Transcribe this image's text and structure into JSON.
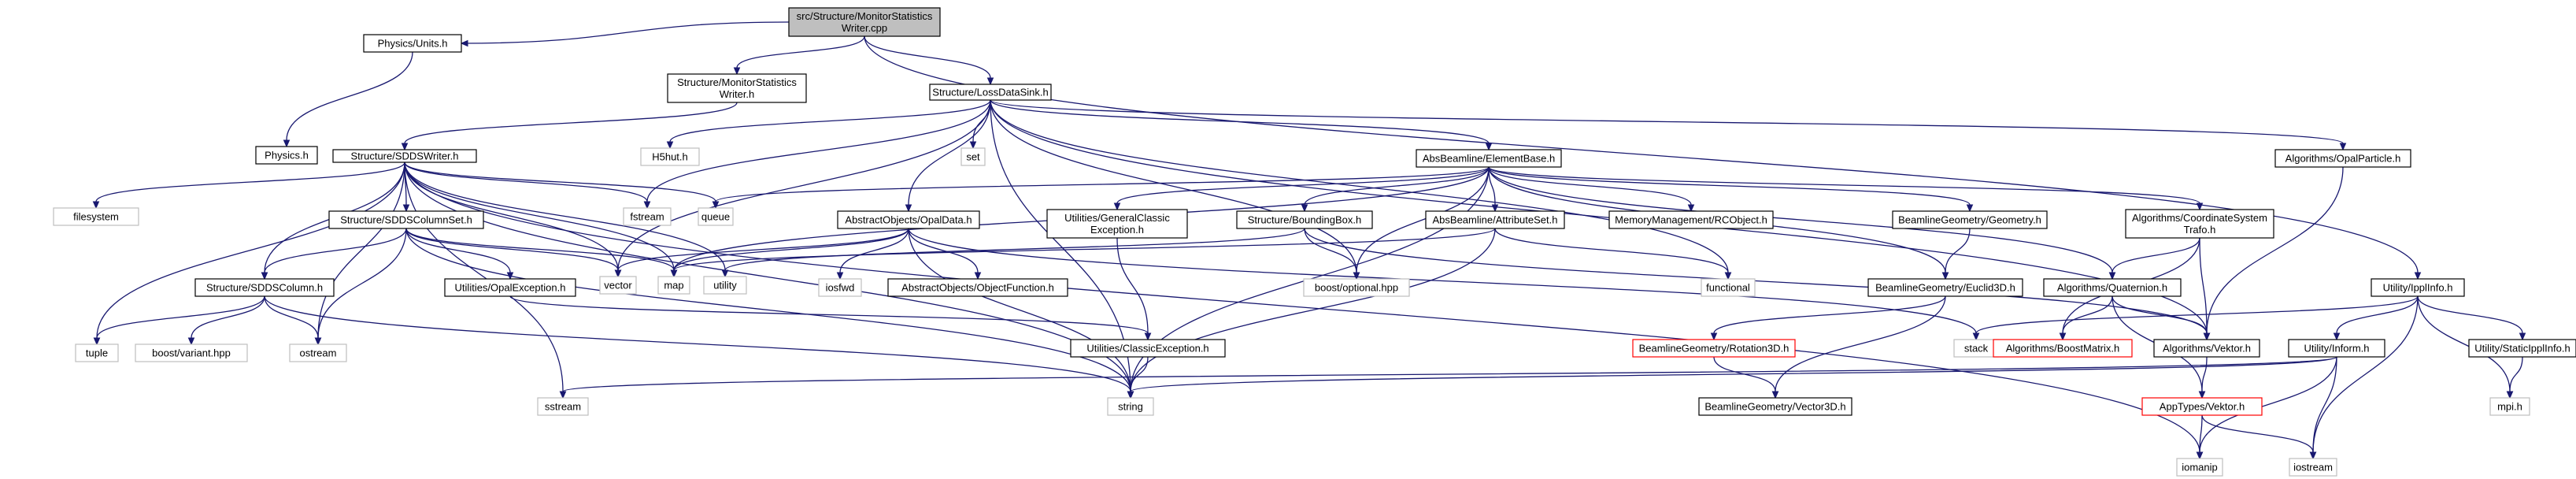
{
  "nodes": [
    {
      "id": "root",
      "lines": [
        "src/Structure/MonitorStatistics",
        "Writer.cpp"
      ],
      "style": "root"
    },
    {
      "id": "units",
      "lines": [
        "Physics/Units.h"
      ],
      "style": "normal"
    },
    {
      "id": "physics",
      "lines": [
        "Physics.h"
      ],
      "style": "normal"
    },
    {
      "id": "msw",
      "lines": [
        "Structure/MonitorStatistics",
        "Writer.h"
      ],
      "style": "normal"
    },
    {
      "id": "sddswriter",
      "lines": [
        "Structure/SDDSWriter.h"
      ],
      "style": "normal"
    },
    {
      "id": "lossdatasink",
      "lines": [
        "Structure/LossDataSink.h"
      ],
      "style": "normal"
    },
    {
      "id": "h5hut",
      "lines": [
        "H5hut.h"
      ],
      "style": "grey"
    },
    {
      "id": "set",
      "lines": [
        "set"
      ],
      "style": "grey"
    },
    {
      "id": "fstream",
      "lines": [
        "fstream"
      ],
      "style": "grey"
    },
    {
      "id": "queue",
      "lines": [
        "queue"
      ],
      "style": "grey"
    },
    {
      "id": "filesystem",
      "lines": [
        "filesystem"
      ],
      "style": "grey"
    },
    {
      "id": "sddscolumnset",
      "lines": [
        "Structure/SDDSColumnSet.h"
      ],
      "style": "normal"
    },
    {
      "id": "sddscolumn",
      "lines": [
        "Structure/SDDSColumn.h"
      ],
      "style": "normal"
    },
    {
      "id": "tuple",
      "lines": [
        "tuple"
      ],
      "style": "grey"
    },
    {
      "id": "boostvariant",
      "lines": [
        "boost/variant.hpp"
      ],
      "style": "grey"
    },
    {
      "id": "ostream",
      "lines": [
        "ostream"
      ],
      "style": "grey"
    },
    {
      "id": "opalexception",
      "lines": [
        "Utilities/OpalException.h"
      ],
      "style": "normal"
    },
    {
      "id": "vector",
      "lines": [
        "vector"
      ],
      "style": "grey"
    },
    {
      "id": "map",
      "lines": [
        "map"
      ],
      "style": "grey"
    },
    {
      "id": "utility",
      "lines": [
        "utility"
      ],
      "style": "grey"
    },
    {
      "id": "opaldata",
      "lines": [
        "AbstractObjects/OpalData.h"
      ],
      "style": "normal"
    },
    {
      "id": "iosfwd",
      "lines": [
        "iosfwd"
      ],
      "style": "grey"
    },
    {
      "id": "objfunc",
      "lines": [
        "AbstractObjects/ObjectFunction.h"
      ],
      "style": "normal"
    },
    {
      "id": "genclassicexc",
      "lines": [
        "Utilities/GeneralClassic",
        "Exception.h"
      ],
      "style": "normal"
    },
    {
      "id": "classicexc",
      "lines": [
        "Utilities/ClassicException.h"
      ],
      "style": "normal"
    },
    {
      "id": "sstream",
      "lines": [
        "sstream"
      ],
      "style": "grey"
    },
    {
      "id": "string",
      "lines": [
        "string"
      ],
      "style": "grey"
    },
    {
      "id": "iomanip",
      "lines": [
        "iomanip"
      ],
      "style": "grey"
    },
    {
      "id": "elementbase",
      "lines": [
        "AbsBeamline/ElementBase.h"
      ],
      "style": "normal"
    },
    {
      "id": "boundingbox",
      "lines": [
        "Structure/BoundingBox.h"
      ],
      "style": "normal"
    },
    {
      "id": "boostoptional",
      "lines": [
        "boost/optional.hpp"
      ],
      "style": "grey"
    },
    {
      "id": "attributeset",
      "lines": [
        "AbsBeamline/AttributeSet.h"
      ],
      "style": "normal"
    },
    {
      "id": "rcobject",
      "lines": [
        "MemoryManagement/RCObject.h"
      ],
      "style": "normal"
    },
    {
      "id": "geometry",
      "lines": [
        "BeamlineGeometry/Geometry.h"
      ],
      "style": "normal"
    },
    {
      "id": "functional",
      "lines": [
        "functional"
      ],
      "style": "grey"
    },
    {
      "id": "euclid3d",
      "lines": [
        "BeamlineGeometry/Euclid3D.h"
      ],
      "style": "normal"
    },
    {
      "id": "rotation3d",
      "lines": [
        "BeamlineGeometry/Rotation3D.h"
      ],
      "style": "red"
    },
    {
      "id": "vector3d",
      "lines": [
        "BeamlineGeometry/Vector3D.h"
      ],
      "style": "normal"
    },
    {
      "id": "stack",
      "lines": [
        "stack"
      ],
      "style": "grey"
    },
    {
      "id": "coordtrafo",
      "lines": [
        "Algorithms/CoordinateSystem",
        "Trafo.h"
      ],
      "style": "normal"
    },
    {
      "id": "quaternion",
      "lines": [
        "Algorithms/Quaternion.h"
      ],
      "style": "normal"
    },
    {
      "id": "boostmatrix",
      "lines": [
        "Algorithms/BoostMatrix.h"
      ],
      "style": "red"
    },
    {
      "id": "algvektor",
      "lines": [
        "Algorithms/Vektor.h"
      ],
      "style": "normal"
    },
    {
      "id": "apptypesvektor",
      "lines": [
        "AppTypes/Vektor.h"
      ],
      "style": "red"
    },
    {
      "id": "opalparticle",
      "lines": [
        "Algorithms/OpalParticle.h"
      ],
      "style": "normal"
    },
    {
      "id": "ippl",
      "lines": [
        "Utility/IpplInfo.h"
      ],
      "style": "normal"
    },
    {
      "id": "inform",
      "lines": [
        "Utility/Inform.h"
      ],
      "style": "normal"
    },
    {
      "id": "staticippl",
      "lines": [
        "Utility/StaticIpplInfo.h"
      ],
      "style": "normal"
    },
    {
      "id": "mpi",
      "lines": [
        "mpi.h"
      ],
      "style": "grey"
    },
    {
      "id": "iostream",
      "lines": [
        "iostream"
      ],
      "style": "grey"
    }
  ],
  "edges": [
    [
      "root",
      "units"
    ],
    [
      "root",
      "msw"
    ],
    [
      "root",
      "lossdatasink"
    ],
    [
      "root",
      "ippl"
    ],
    [
      "units",
      "physics"
    ],
    [
      "msw",
      "sddswriter"
    ],
    [
      "sddswriter",
      "fstream"
    ],
    [
      "sddswriter",
      "queue"
    ],
    [
      "sddswriter",
      "filesystem"
    ],
    [
      "sddswriter",
      "sddscolumnset"
    ],
    [
      "sddswriter",
      "sddscolumn"
    ],
    [
      "sddswriter",
      "tuple"
    ],
    [
      "sddswriter",
      "ostream"
    ],
    [
      "sddswriter",
      "vector"
    ],
    [
      "sddswriter",
      "map"
    ],
    [
      "sddswriter",
      "utility"
    ],
    [
      "sddswriter",
      "string"
    ],
    [
      "sddswriter",
      "sstream"
    ],
    [
      "sddswriter",
      "iomanip"
    ],
    [
      "sddscolumnset",
      "sddscolumn"
    ],
    [
      "sddscolumnset",
      "opalexception"
    ],
    [
      "sddscolumnset",
      "vector"
    ],
    [
      "sddscolumnset",
      "map"
    ],
    [
      "sddscolumnset",
      "ostream"
    ],
    [
      "sddscolumnset",
      "string"
    ],
    [
      "sddscolumn",
      "tuple"
    ],
    [
      "sddscolumn",
      "boostvariant"
    ],
    [
      "sddscolumn",
      "ostream"
    ],
    [
      "sddscolumn",
      "string"
    ],
    [
      "opalexception",
      "classicexc"
    ],
    [
      "lossdatasink",
      "h5hut"
    ],
    [
      "lossdatasink",
      "set"
    ],
    [
      "lossdatasink",
      "fstream"
    ],
    [
      "lossdatasink",
      "opaldata"
    ],
    [
      "lossdatasink",
      "vector"
    ],
    [
      "lossdatasink",
      "string"
    ],
    [
      "lossdatasink",
      "boostoptional"
    ],
    [
      "lossdatasink",
      "elementbase"
    ],
    [
      "lossdatasink",
      "functional"
    ],
    [
      "lossdatasink",
      "algvektor"
    ],
    [
      "lossdatasink",
      "opalparticle"
    ],
    [
      "opaldata",
      "vector"
    ],
    [
      "opaldata",
      "map"
    ],
    [
      "opaldata",
      "iosfwd"
    ],
    [
      "opaldata",
      "objfunc"
    ],
    [
      "opaldata",
      "string"
    ],
    [
      "opaldata",
      "stack"
    ],
    [
      "elementbase",
      "queue"
    ],
    [
      "elementbase",
      "map"
    ],
    [
      "elementbase",
      "genclassicexc"
    ],
    [
      "elementbase",
      "boundingbox"
    ],
    [
      "elementbase",
      "boostoptional"
    ],
    [
      "elementbase",
      "attributeset"
    ],
    [
      "elementbase",
      "string"
    ],
    [
      "elementbase",
      "rcobject"
    ],
    [
      "elementbase",
      "geometry"
    ],
    [
      "elementbase",
      "euclid3d"
    ],
    [
      "elementbase",
      "coordtrafo"
    ],
    [
      "elementbase",
      "quaternion"
    ],
    [
      "genclassicexc",
      "classicexc"
    ],
    [
      "classicexc",
      "string"
    ],
    [
      "boundingbox",
      "utility"
    ],
    [
      "boundingbox",
      "boostoptional"
    ],
    [
      "boundingbox",
      "algvektor"
    ],
    [
      "attributeset",
      "map"
    ],
    [
      "attributeset",
      "string"
    ],
    [
      "attributeset",
      "functional"
    ],
    [
      "geometry",
      "euclid3d"
    ],
    [
      "euclid3d",
      "rotation3d"
    ],
    [
      "euclid3d",
      "vector3d"
    ],
    [
      "rotation3d",
      "vector3d"
    ],
    [
      "coordtrafo",
      "quaternion"
    ],
    [
      "coordtrafo",
      "algvektor"
    ],
    [
      "coordtrafo",
      "boostmatrix"
    ],
    [
      "quaternion",
      "algvektor"
    ],
    [
      "quaternion",
      "boostmatrix"
    ],
    [
      "quaternion",
      "apptypesvektor"
    ],
    [
      "algvektor",
      "apptypesvektor"
    ],
    [
      "apptypesvektor",
      "iomanip"
    ],
    [
      "apptypesvektor",
      "iostream"
    ],
    [
      "opalparticle",
      "algvektor"
    ],
    [
      "ippl",
      "stack"
    ],
    [
      "ippl",
      "inform"
    ],
    [
      "ippl",
      "staticippl"
    ],
    [
      "ippl",
      "mpi"
    ],
    [
      "ippl",
      "iostream"
    ],
    [
      "inform",
      "string"
    ],
    [
      "inform",
      "sstream"
    ],
    [
      "inform",
      "iomanip"
    ],
    [
      "inform",
      "iostream"
    ],
    [
      "staticippl",
      "mpi"
    ]
  ]
}
